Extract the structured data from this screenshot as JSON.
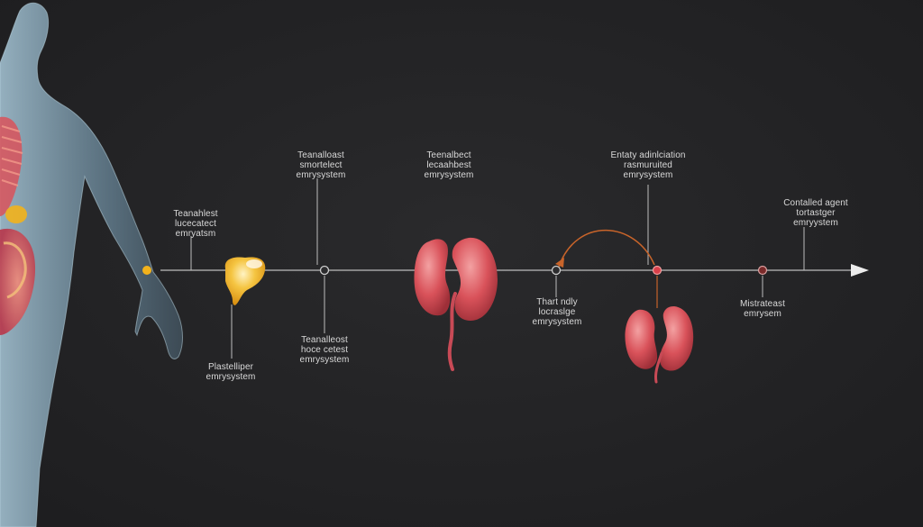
{
  "colors": {
    "background": "#232325",
    "timeline": "#bdbdbd",
    "organ_red": "#d9525a",
    "gallbladder_yellow": "#f2b21c",
    "arc_orange": "#c8642a",
    "body_blue": "#8fb3c8"
  },
  "icons": [
    "human-body-figure",
    "gallbladder-icon",
    "kidney-icon",
    "kidney-pair-icon",
    "arrow-head-icon"
  ],
  "labels": {
    "top1": {
      "l1": "Teanahlest",
      "l2": "lucecatect",
      "l3": "emryatsm"
    },
    "top2": {
      "l1": "Teanalloast",
      "l2": "smortelect",
      "l3": "emrysystem"
    },
    "top3": {
      "l1": "Teenalbect",
      "l2": "lecaahbest",
      "l3": "emrysystem"
    },
    "top4": {
      "l1": "Entaty adinlciation",
      "l2": "rasmuruited",
      "l3": "emrysystem"
    },
    "top5": {
      "l1": "Contalled agent",
      "l2": "tortastger",
      "l3": "emryystem"
    },
    "bottom1": {
      "l1": "Plastelliper",
      "l2": "emrysystem"
    },
    "bottom2": {
      "l1": "Teanalleost",
      "l2": "hoce cetest",
      "l3": "emrysystem"
    },
    "bottom3": {
      "l1": "Thart ndly",
      "l2": "locraslge",
      "l3": "emrysystem"
    },
    "bottom4": {
      "l1": "Mistrateast",
      "l2": "emrysem"
    }
  }
}
